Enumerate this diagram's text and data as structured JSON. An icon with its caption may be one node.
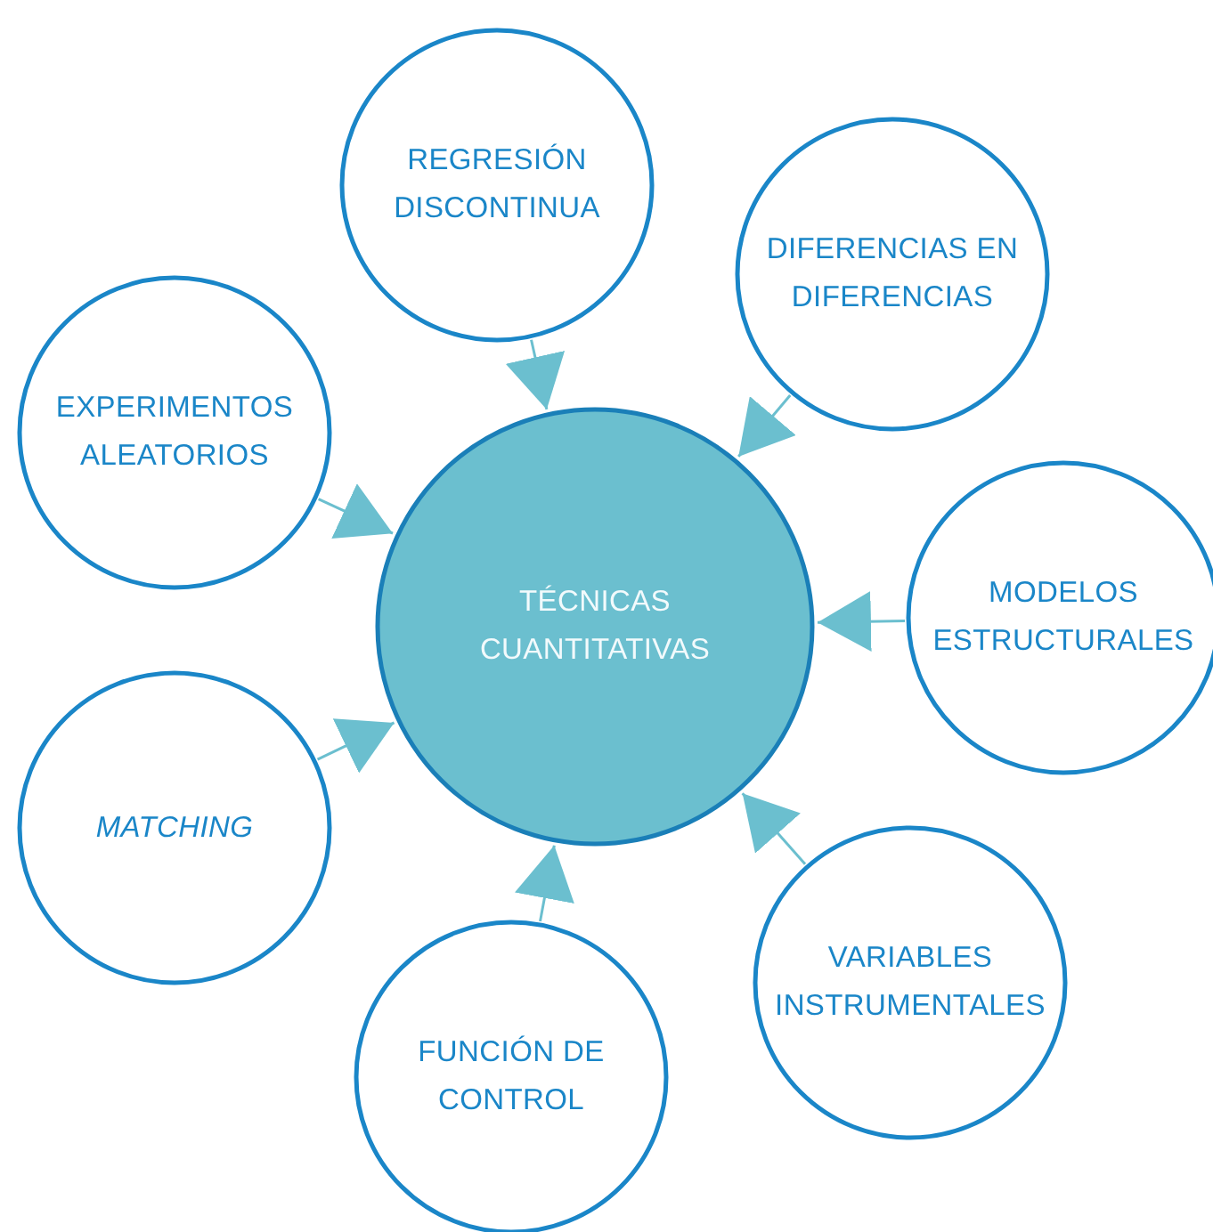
{
  "diagram": {
    "nodes": [
      {
        "text": [
          "TÉCNICAS CUANTITATIVAS"
        ]
      },
      {
        "text": [
          "REGRESIÓN DISCONTINUA"
        ]
      },
      {
        "text": [
          "DIFERENCIAS EN DIFERENCIAS"
        ]
      },
      {
        "text": [
          "MODELOS ESTRUCTURALES"
        ]
      },
      {
        "text": [
          "VARIABLES INSTRUMENTALES"
        ]
      },
      {
        "text": [
          "FUNCIÓN DE CONTROL"
        ]
      },
      {
        "text": [
          "MATCHING"
        ]
      },
      {
        "text": [
          "EXPERIMENTOS ALEATORIOS"
        ]
      }
    ],
    "edges": [
      {
        "from": 1,
        "to": 0,
        "arrow": "to"
      },
      {
        "from": 2,
        "to": 0,
        "arrow": "to"
      },
      {
        "from": 3,
        "to": 0,
        "arrow": "to"
      },
      {
        "from": 4,
        "to": 0,
        "arrow": "to"
      },
      {
        "from": 5,
        "to": 0,
        "arrow": "to"
      },
      {
        "from": 6,
        "to": 0,
        "arrow": "to"
      },
      {
        "from": 7,
        "to": 0,
        "arrow": "to"
      }
    ]
  }
}
